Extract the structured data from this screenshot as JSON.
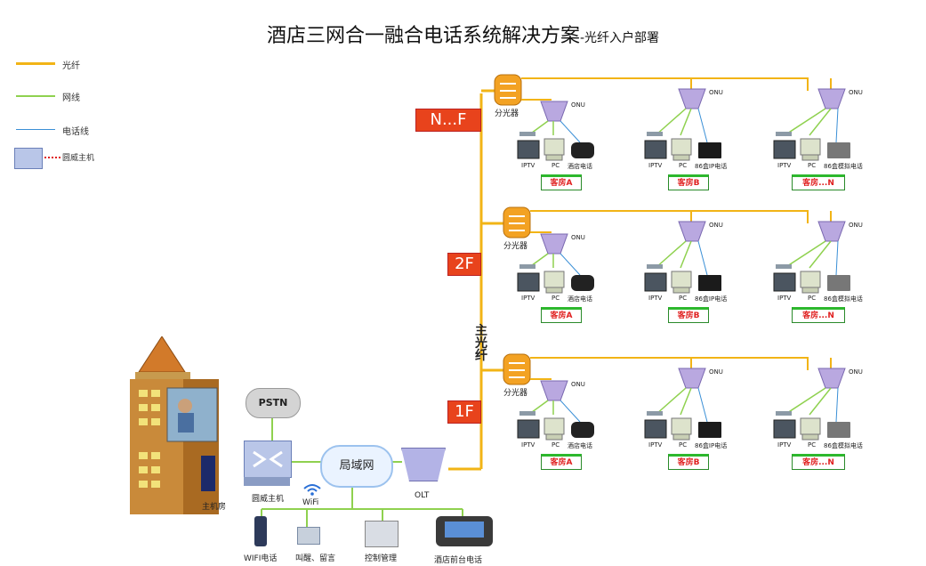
{
  "title": {
    "main": "酒店三网合一融合电话系统解决方案",
    "sub": "-光纤入户部署"
  },
  "legend": {
    "fiber": "光纤",
    "network": "网线",
    "phone": "电话线",
    "host": "圆威主机",
    "colors": {
      "fiber": "#f2b416",
      "network": "#8fd14f",
      "phone": "#3a8fd6",
      "host": "#e02020"
    }
  },
  "floors": [
    {
      "label": "N...F",
      "splitter": "分光器",
      "onu": "ONU",
      "rooms": [
        {
          "tag": "客房A",
          "devices": [
            "IPTV",
            "PC",
            "酒店电话"
          ]
        },
        {
          "tag": "客房B",
          "devices": [
            "IPTV",
            "PC",
            "86盒IP电话"
          ]
        },
        {
          "tag": "客房...N",
          "devices": [
            "IPTV",
            "PC",
            "86盒模拟电话"
          ]
        }
      ]
    },
    {
      "label": "2F",
      "splitter": "分光器",
      "onu": "ONU",
      "rooms": [
        {
          "tag": "客房A",
          "devices": [
            "IPTV",
            "PC",
            "酒店电话"
          ]
        },
        {
          "tag": "客房B",
          "devices": [
            "IPTV",
            "PC",
            "86盒IP电话"
          ]
        },
        {
          "tag": "客房...N",
          "devices": [
            "IPTV",
            "PC",
            "86盒模拟电话"
          ]
        }
      ]
    },
    {
      "label": "1F",
      "splitter": "分光器",
      "onu": "ONU",
      "rooms": [
        {
          "tag": "客房A",
          "devices": [
            "IPTV",
            "PC",
            "酒店电话"
          ]
        },
        {
          "tag": "客房B",
          "devices": [
            "IPTV",
            "PC",
            "86盒IP电话"
          ]
        },
        {
          "tag": "客房...N",
          "devices": [
            "IPTV",
            "PC",
            "86盒模拟电话"
          ]
        }
      ]
    }
  ],
  "main_fiber": "主光纤",
  "core": {
    "pstn": "PSTN",
    "host": "圆威主机",
    "lan": "局域网",
    "olt": "OLT",
    "wifi": "WiFi",
    "server_room": "主机房"
  },
  "bottom": {
    "wifi_phone": "WIFI电话",
    "wakeup": "叫醒、留言",
    "control": "控制管理",
    "front_desk": "酒店前台电话"
  }
}
